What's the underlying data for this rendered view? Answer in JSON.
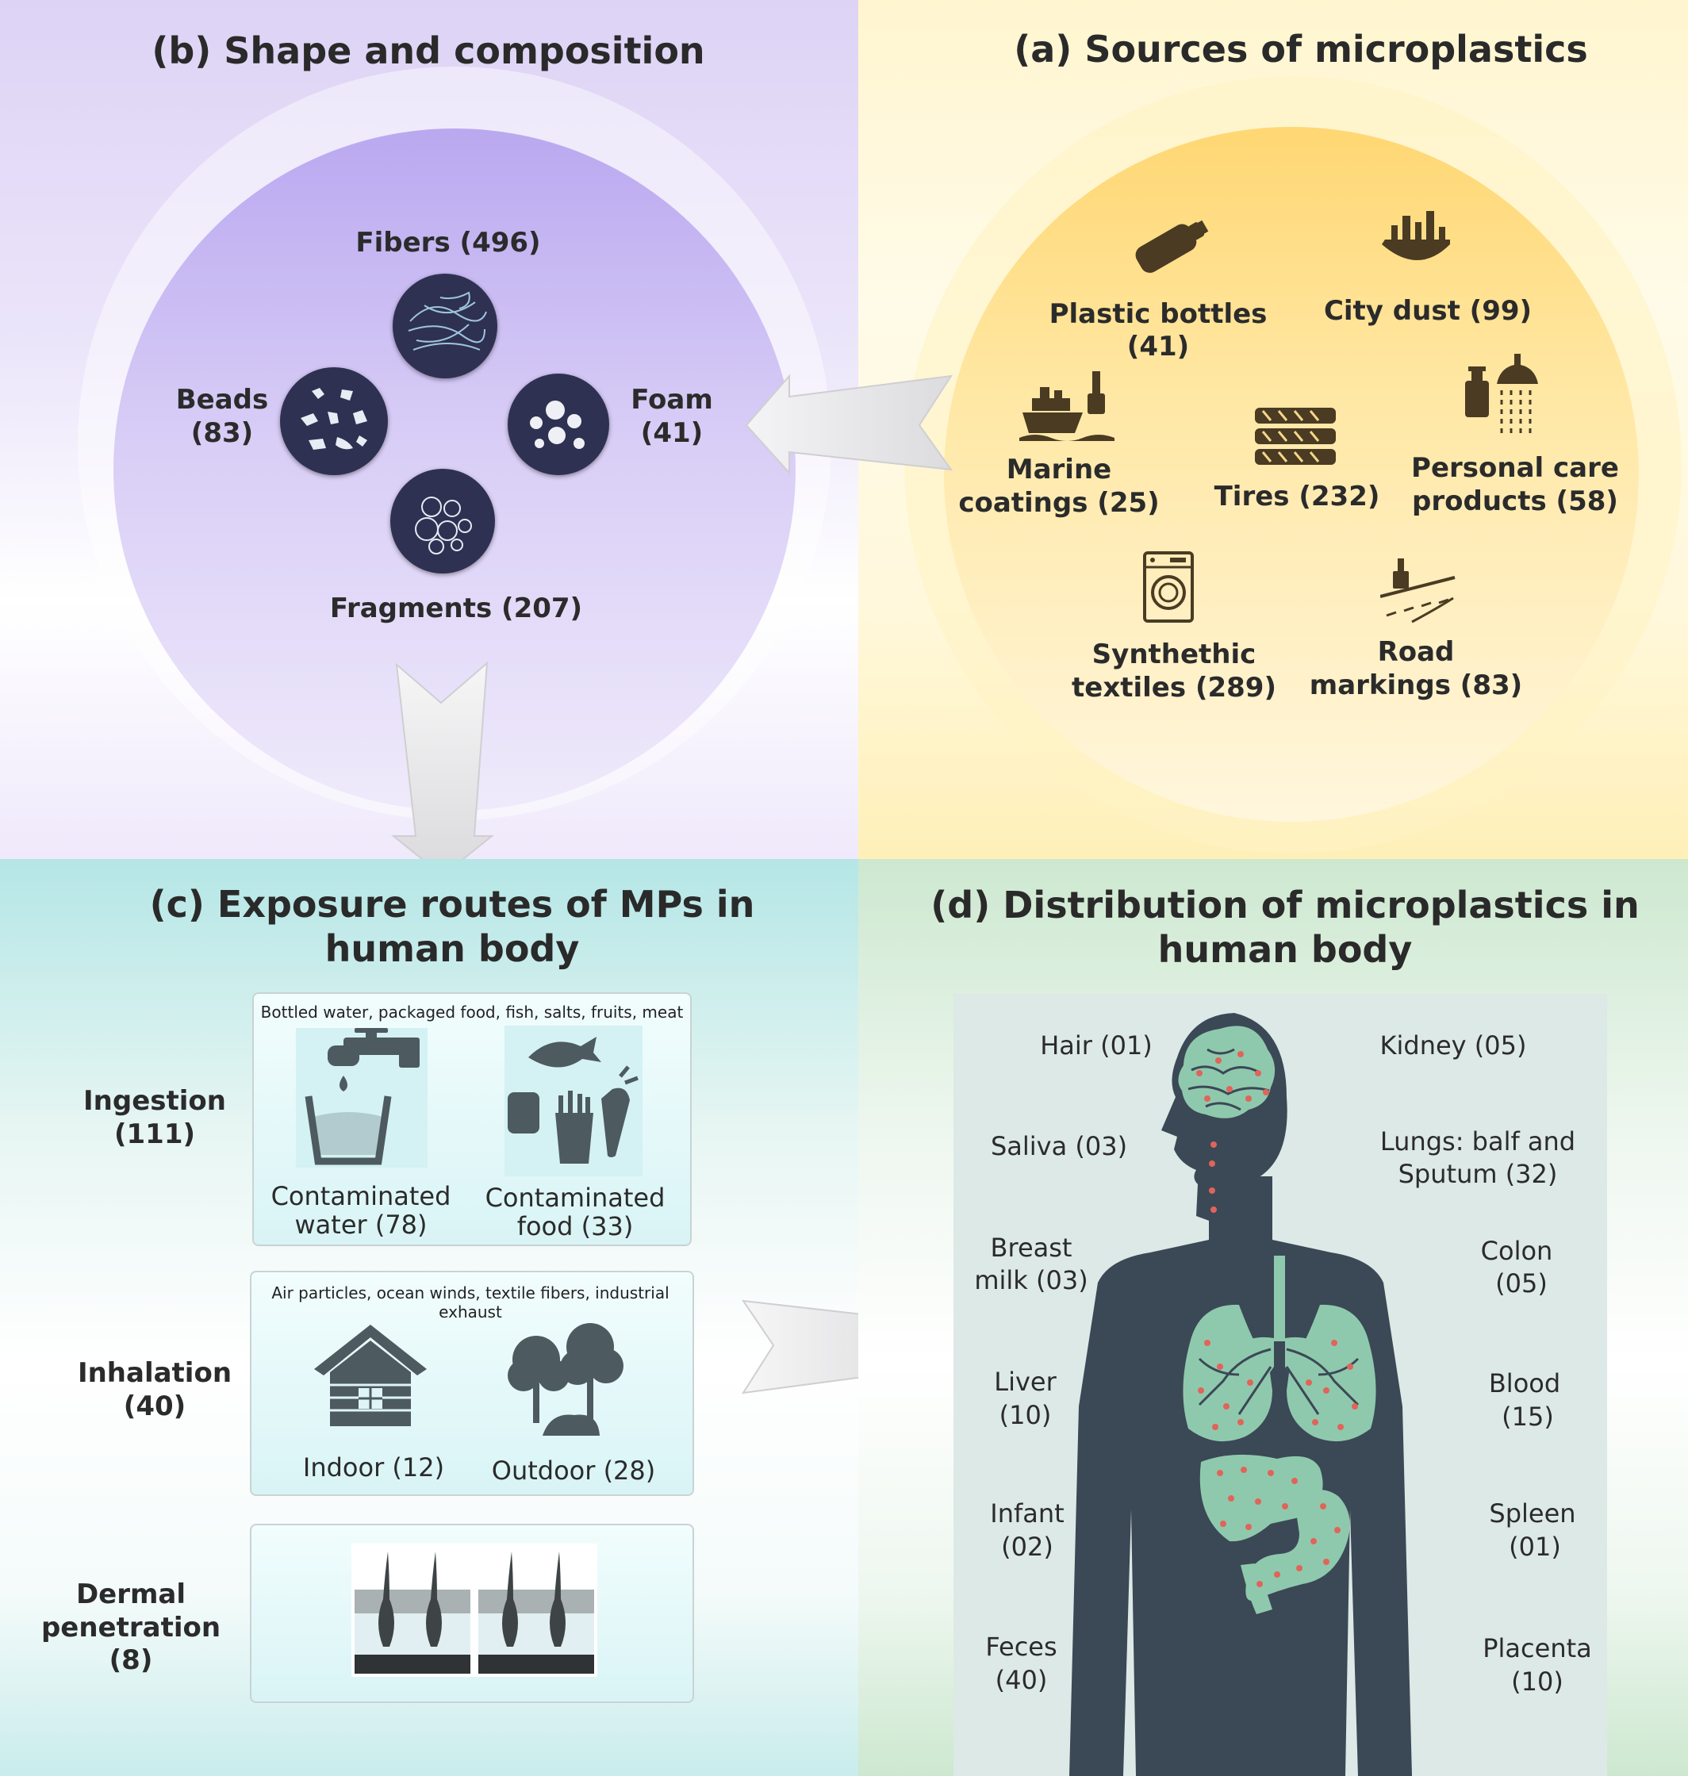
{
  "panel_b": {
    "title": "(b) Shape and composition",
    "fibers": "Fibers (496)",
    "beads_1": "Beads",
    "beads_2": "(83)",
    "foam_1": "Foam",
    "foam_2": "(41)",
    "fragments": "Fragments (207)"
  },
  "panel_a": {
    "title": "(a) Sources of microplastics",
    "plastic_bottles": "Plastic bottles (41)",
    "city_dust": "City dust (99)",
    "marine_1": "Marine",
    "marine_2": "coatings (25)",
    "tires": "Tires (232)",
    "personal_1": "Personal care",
    "personal_2": "products (58)",
    "synthetic_1": "Synthethic",
    "synthetic_2": "textiles (289)",
    "road_1": "Road",
    "road_2": "markings (83)"
  },
  "panel_c": {
    "title_1": "(c) Exposure routes of MPs in",
    "title_2": "human body",
    "ingestion_1": "Ingestion",
    "ingestion_2": "(111)",
    "ingestion_caption": "Bottled water, packaged food, fish, salts, fruits, meat",
    "water_1": "Contaminated",
    "water_2": "water (78)",
    "food_1": "Contaminated",
    "food_2": "food (33)",
    "inhalation_1": "Inhalation",
    "inhalation_2": "(40)",
    "inhalation_caption": "Air particles, ocean winds, textile fibers, industrial exhaust",
    "indoor": "Indoor (12)",
    "outdoor": "Outdoor (28)",
    "dermal_1": "Dermal",
    "dermal_2": "penetration (8)"
  },
  "panel_d": {
    "title_1": "(d) Distribution of microplastics in",
    "title_2": "human body",
    "hair": "Hair (01)",
    "saliva": "Saliva (03)",
    "breast_1": "Breast",
    "breast_2": "milk (03)",
    "liver_1": "Liver",
    "liver_2": "(10)",
    "infant_1": "Infant",
    "infant_2": "(02)",
    "feces_1": "Feces",
    "feces_2": "(40)",
    "kidney": "Kidney (05)",
    "lungs_1": "Lungs: balf and",
    "lungs_2": "Sputum (32)",
    "colon_1": "Colon",
    "colon_2": "(05)",
    "blood_1": "Blood",
    "blood_2": "(15)",
    "spleen_1": "Spleen",
    "spleen_2": "(01)",
    "placenta_1": "Placenta",
    "placenta_2": "(10)"
  },
  "colors": {
    "disc": "#2f3152",
    "source_icon": "#4a3b22",
    "body": "#3b4856",
    "organ": "#8fc9ad",
    "particle": "#e0645a"
  }
}
